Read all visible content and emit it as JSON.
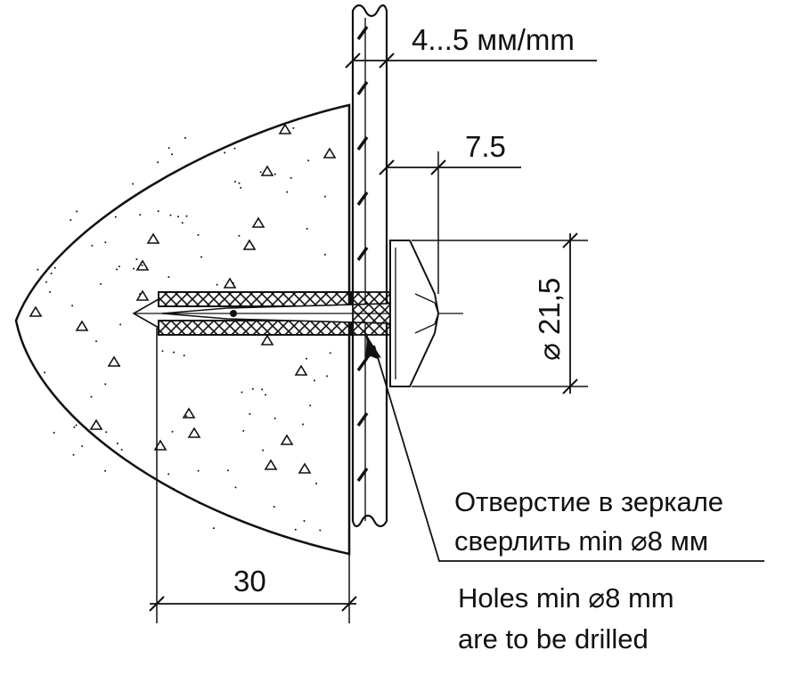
{
  "dimensions": {
    "glass_thickness": "4...5 мм/mm",
    "offset": "7.5",
    "cap_diameter": "⌀ 21,5",
    "anchor_depth": "30"
  },
  "notes": {
    "ru_line1": "Отверстие в зеркале",
    "ru_line2": "сверлить min ⌀8 мм",
    "en_line1": "Holes min ⌀8 mm",
    "en_line2": "are to be drilled"
  },
  "colors": {
    "ink": "#111111",
    "paper": "#ffffff"
  }
}
